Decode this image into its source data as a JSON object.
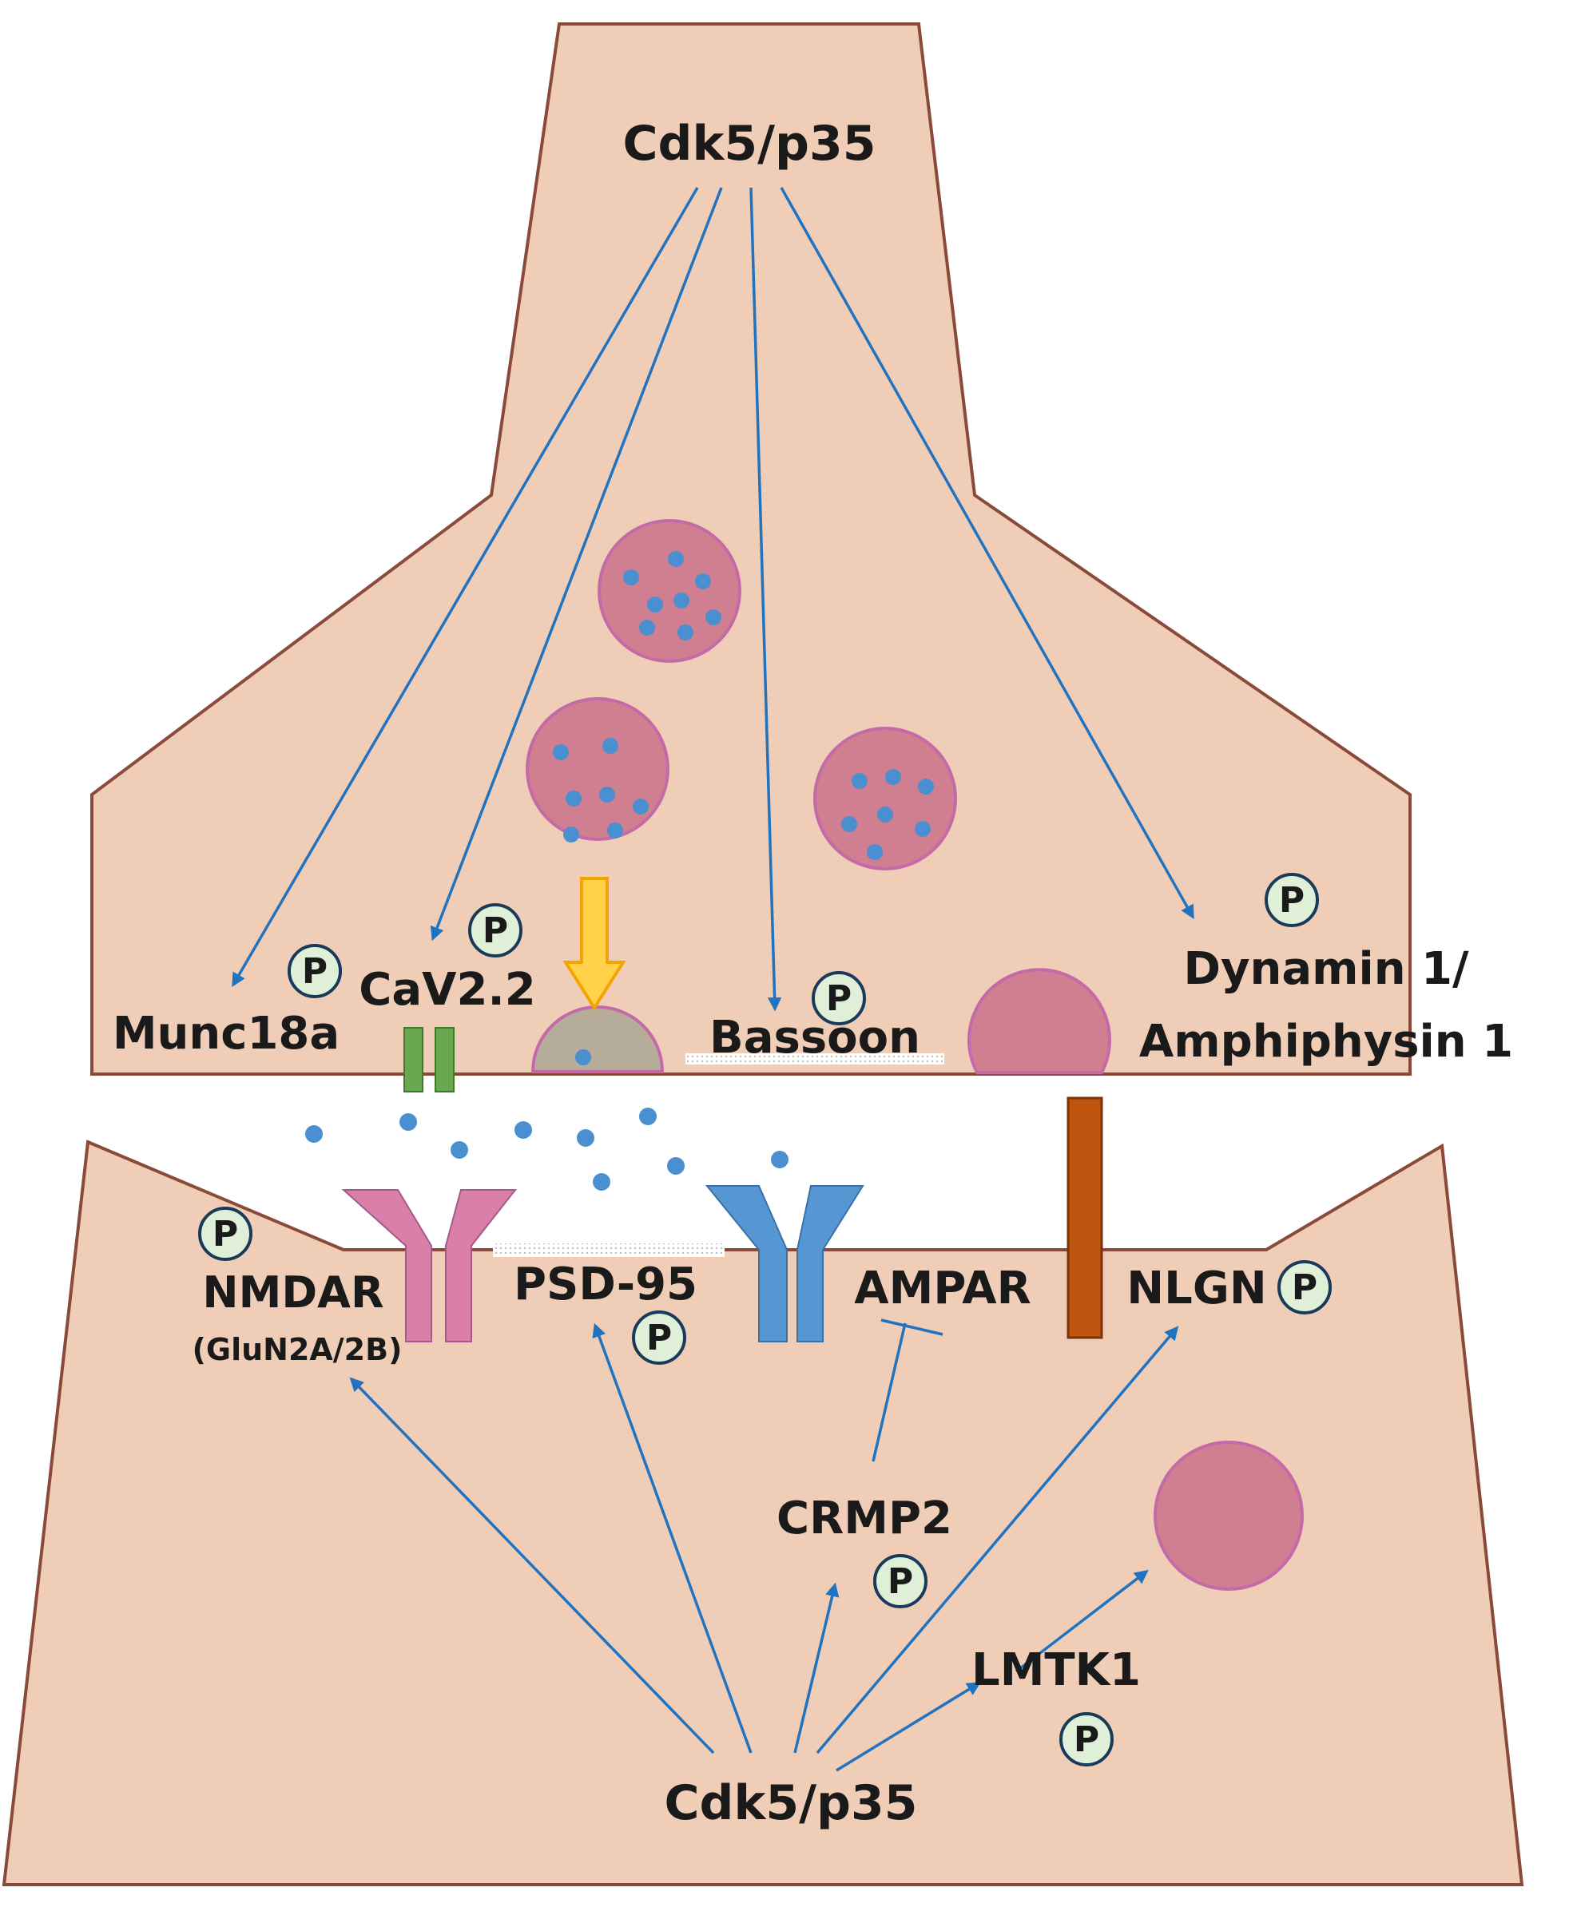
{
  "labels": {
    "kinase_top": "Cdk5/p35",
    "kinase_bottom": "Cdk5/p35",
    "munc18a": "Munc18a",
    "cav22": "CaV2.2",
    "bassoon": "Bassoon",
    "dynamin_line1": "Dynamin 1/",
    "dynamin_line2": "Amphiphysin 1",
    "nmdar": "NMDAR",
    "nmdar_sub": "(GluN2A/2B)",
    "psd95": "PSD-95",
    "ampar": "AMPAR",
    "nlgn": "NLGN",
    "crmp2": "CRMP2",
    "lmtk1": "LMTK1",
    "phospho": "P"
  },
  "colors": {
    "cytoplasm": "#f0cdb6",
    "membrane": "#8a4a3a",
    "arrow": "#1f73c0",
    "vesicle": "#d07f90",
    "vesicle_edge": "#c46aa8",
    "neurotransmitter": "#4a8fd0",
    "nmdar": "#d97fa8",
    "ampar": "#5596d3",
    "channel": "#6aa84f",
    "nlgn": "#c0550f",
    "fusing_vesicle": "#b5ad9a",
    "phospho_fill": "#e0f0d8",
    "yellow_arrow": "#ffd24a"
  }
}
